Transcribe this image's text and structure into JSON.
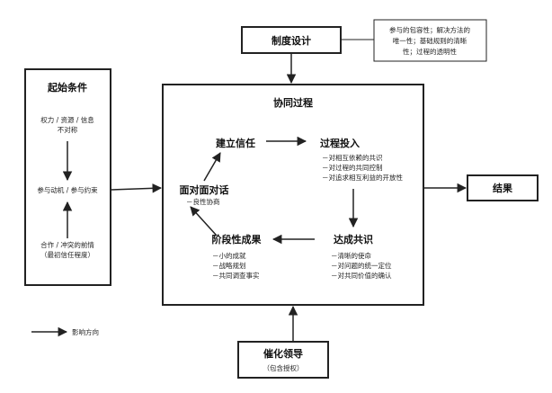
{
  "start_conditions": {
    "title": "起始条件",
    "item1_line1": "权力 / 资源 / 信息",
    "item1_line2": "不对称",
    "item2": "参与动机 / 参与约束",
    "item3_line1": "合作 / 冲突的前情",
    "item3_line2": "（最初信任程度）"
  },
  "institutional_design": {
    "title": "制度设计",
    "note_line1": "参与的包容性；解决方法的",
    "note_line2": "唯一性；基础规则的清晰",
    "note_line3": "性；过程的透明性"
  },
  "collaborative_process": {
    "title": "协同过程",
    "trust_building": "建立信任",
    "commitment": {
      "title": "过程投入",
      "items": [
        "－对相互依赖的共识",
        "－对过程的共同控制",
        "－对追求相互利益的开放性"
      ]
    },
    "face_to_face": {
      "title": "面对面对话",
      "items": [
        "－良性协商"
      ]
    },
    "shared_understanding": {
      "title": "达成共识",
      "items": [
        "－清晰的使命",
        "－对问题的统一定位",
        "－对共同价值的确认"
      ]
    },
    "intermediate_outcomes": {
      "title": "阶段性成果",
      "items": [
        "－小的成就",
        "－战略规划",
        "－共同调查事实"
      ]
    }
  },
  "outcomes": {
    "title": "结果"
  },
  "facilitative_leadership": {
    "title": "催化领导",
    "subtitle": "（包含授权）"
  },
  "legend": {
    "label": "影响方向"
  },
  "colors": {
    "stroke": "#222222",
    "text": "#222222",
    "background": "#ffffff"
  }
}
